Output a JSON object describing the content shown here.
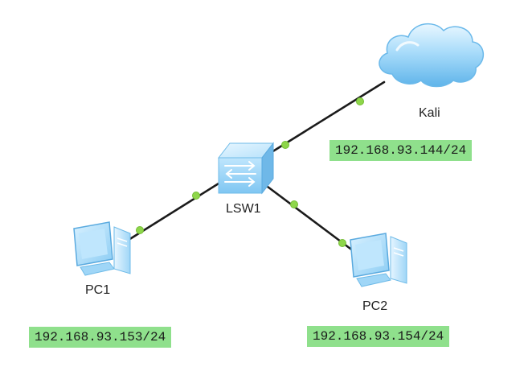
{
  "nodes": {
    "kali": {
      "label": "Kali",
      "ip": "192.168.93.144/24"
    },
    "switch": {
      "label": "LSW1"
    },
    "pc1": {
      "label": "PC1",
      "ip": "192.168.93.153/24"
    },
    "pc2": {
      "label": "PC2",
      "ip": "192.168.93.154/24"
    }
  },
  "colors": {
    "ip_tag_background": "#8fe08c",
    "port_indicator": "#8ed64a",
    "link": "#1b1b1b",
    "device_blue": "#7ec8f2"
  },
  "icons": {
    "kali": "cloud-icon",
    "switch": "switch-icon",
    "pc1": "pc-icon",
    "pc2": "pc-icon"
  }
}
